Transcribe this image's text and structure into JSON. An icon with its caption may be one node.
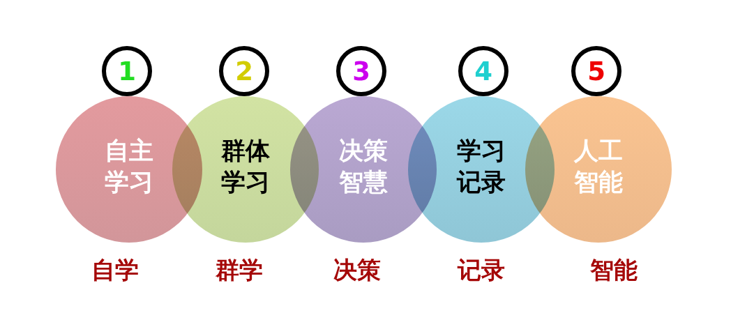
{
  "diagram": {
    "nodes": [
      {
        "text": [
          "1"
        ]
      },
      {
        "text": [
          "2"
        ]
      },
      {
        "text": [
          "3"
        ]
      },
      {
        "text": [
          "4"
        ]
      },
      {
        "text": [
          "5"
        ]
      },
      {
        "text": [
          "自主学习"
        ],
        "beside": [
          "自学"
        ]
      },
      {
        "text": [
          "群体学习"
        ],
        "beside": [
          "群学"
        ]
      },
      {
        "text": [
          "决策智慧"
        ],
        "beside": [
          "决策"
        ]
      },
      {
        "text": [
          "学习记录"
        ],
        "beside": [
          "记录"
        ]
      },
      {
        "text": [
          "人工智能"
        ],
        "beside": [
          "智能"
        ]
      }
    ]
  }
}
